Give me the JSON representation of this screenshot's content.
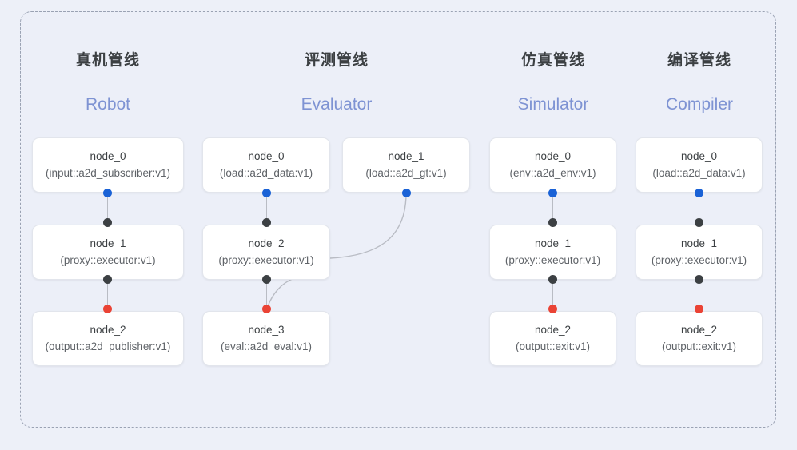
{
  "diagram": {
    "frame_style": "dashed-rounded-rectangle",
    "background_color": "#edf0f8",
    "accent_color": "#7e93d3",
    "dot_colors": {
      "input": "#1a62d6",
      "middle": "#3c4043",
      "output": "#ea4335"
    }
  },
  "columns": [
    {
      "id": "robot",
      "title_cn": "真机管线",
      "title_en": "Robot",
      "nodes": [
        {
          "name": "node_0",
          "type": "(input::a2d_subscriber:v1)"
        },
        {
          "name": "node_1",
          "type": "(proxy::executor:v1)"
        },
        {
          "name": "node_2",
          "type": "(output::a2d_publisher:v1)"
        }
      ]
    },
    {
      "id": "evaluator",
      "title_cn": "评测管线",
      "title_en": "Evaluator",
      "nodes": [
        {
          "name": "node_0",
          "type": "(load::a2d_data:v1)"
        },
        {
          "name": "node_1",
          "type": "(load::a2d_gt:v1)"
        },
        {
          "name": "node_2",
          "type": "(proxy::executor:v1)"
        },
        {
          "name": "node_3",
          "type": "(eval::a2d_eval:v1)"
        }
      ]
    },
    {
      "id": "simulator",
      "title_cn": "仿真管线",
      "title_en": "Simulator",
      "nodes": [
        {
          "name": "node_0",
          "type": "(env::a2d_env:v1)"
        },
        {
          "name": "node_1",
          "type": "(proxy::executor:v1)"
        },
        {
          "name": "node_2",
          "type": "(output::exit:v1)"
        }
      ]
    },
    {
      "id": "compiler",
      "title_cn": "编译管线",
      "title_en": "Compiler",
      "nodes": [
        {
          "name": "node_0",
          "type": "(load::a2d_data:v1)"
        },
        {
          "name": "node_1",
          "type": "(proxy::executor:v1)"
        },
        {
          "name": "node_2",
          "type": "(output::exit:v1)"
        }
      ]
    }
  ]
}
